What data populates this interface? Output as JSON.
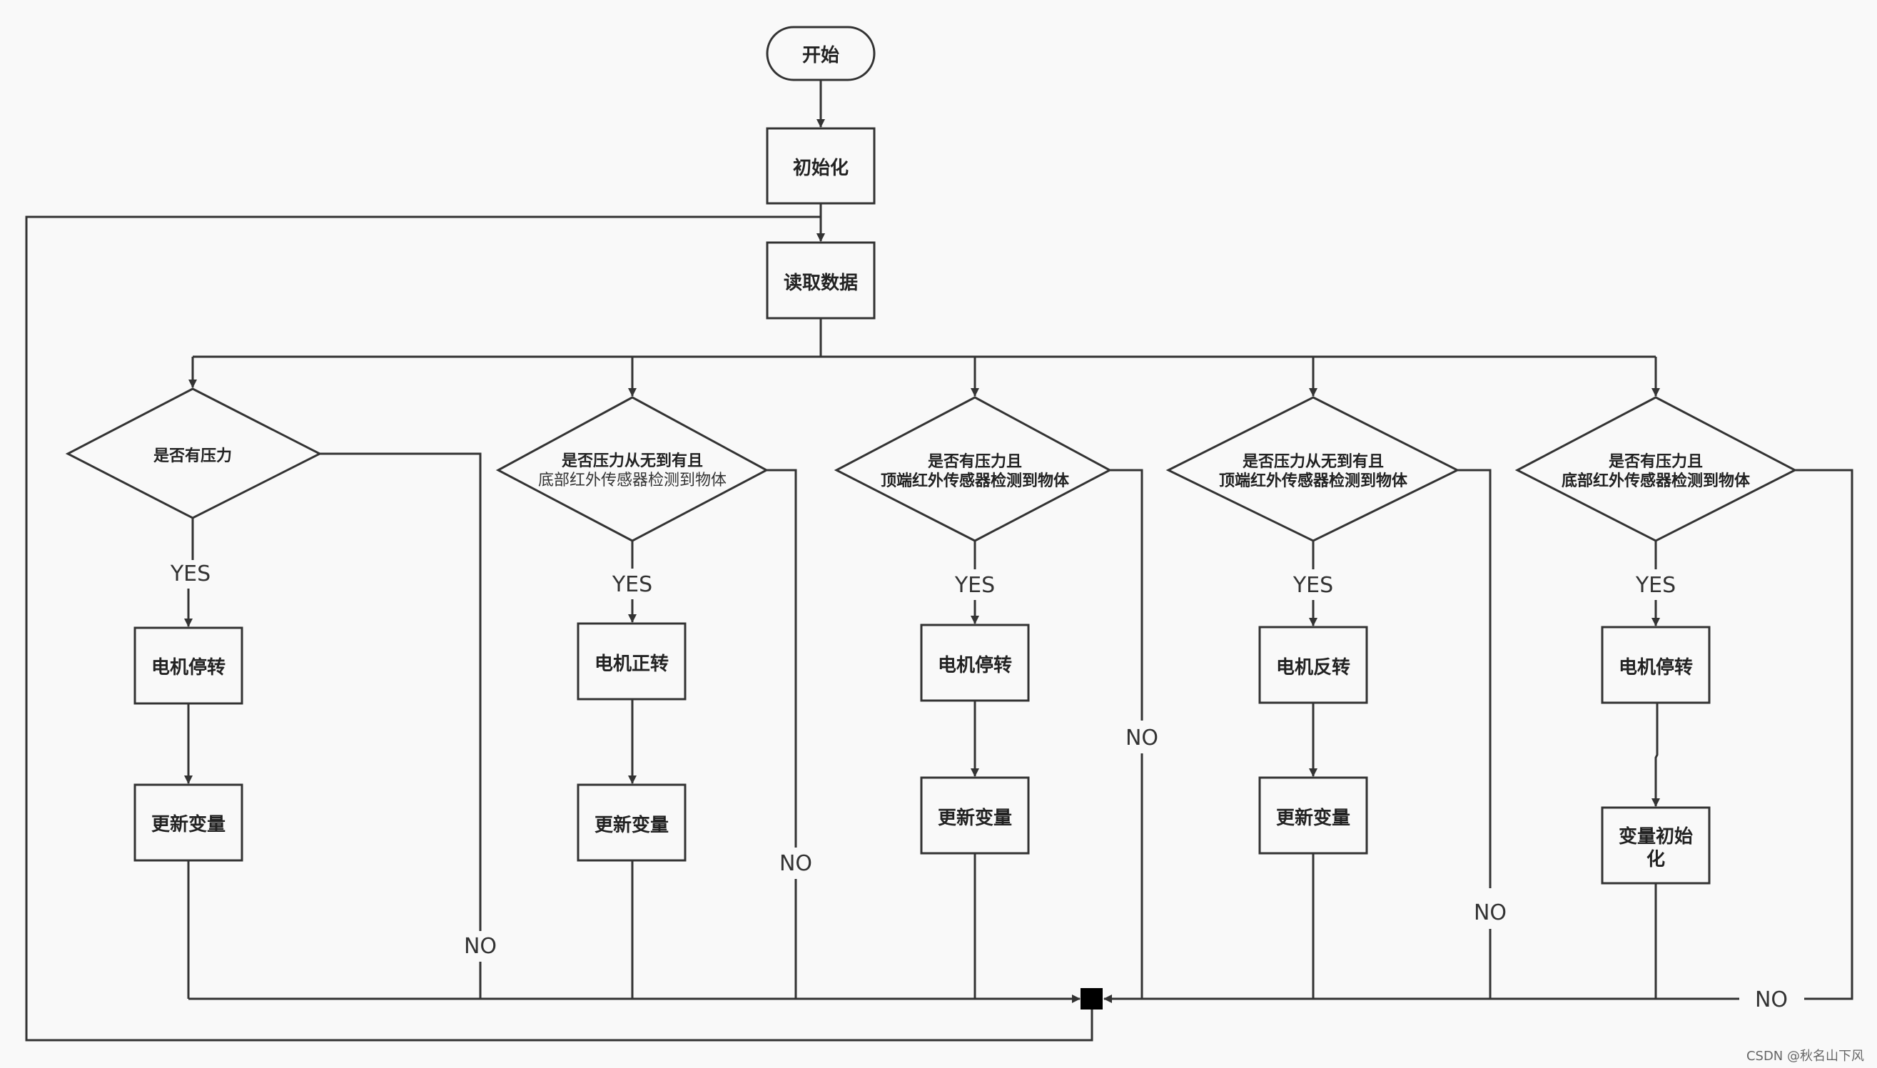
{
  "nodes": {
    "start": "开始",
    "init": "初始化",
    "read": "读取数据",
    "decision_1": "是否有压力",
    "decision_2": [
      "是否压力从无到有且",
      "底部红外传感器检测到物体"
    ],
    "decision_3": [
      "是否有压力且",
      "顶端红外传感器检测到物体"
    ],
    "decision_4": [
      "是否压力从无到有且",
      "顶端红外传感器检测到物体"
    ],
    "decision_5": [
      "是否有压力且",
      "底部红外传感器检测到物体"
    ],
    "action_1": "电机停转",
    "action_2": "电机正转",
    "action_3": "电机停转",
    "action_4": "电机反转",
    "action_5": "电机停转",
    "update_1": "更新变量",
    "update_2": "更新变量",
    "update_3": "更新变量",
    "update_4": "更新变量",
    "update_5": [
      "变量初始",
      "化"
    ]
  },
  "edges": {
    "yes": "YES",
    "no": "NO"
  },
  "watermark": "CSDN @秋名山下风"
}
